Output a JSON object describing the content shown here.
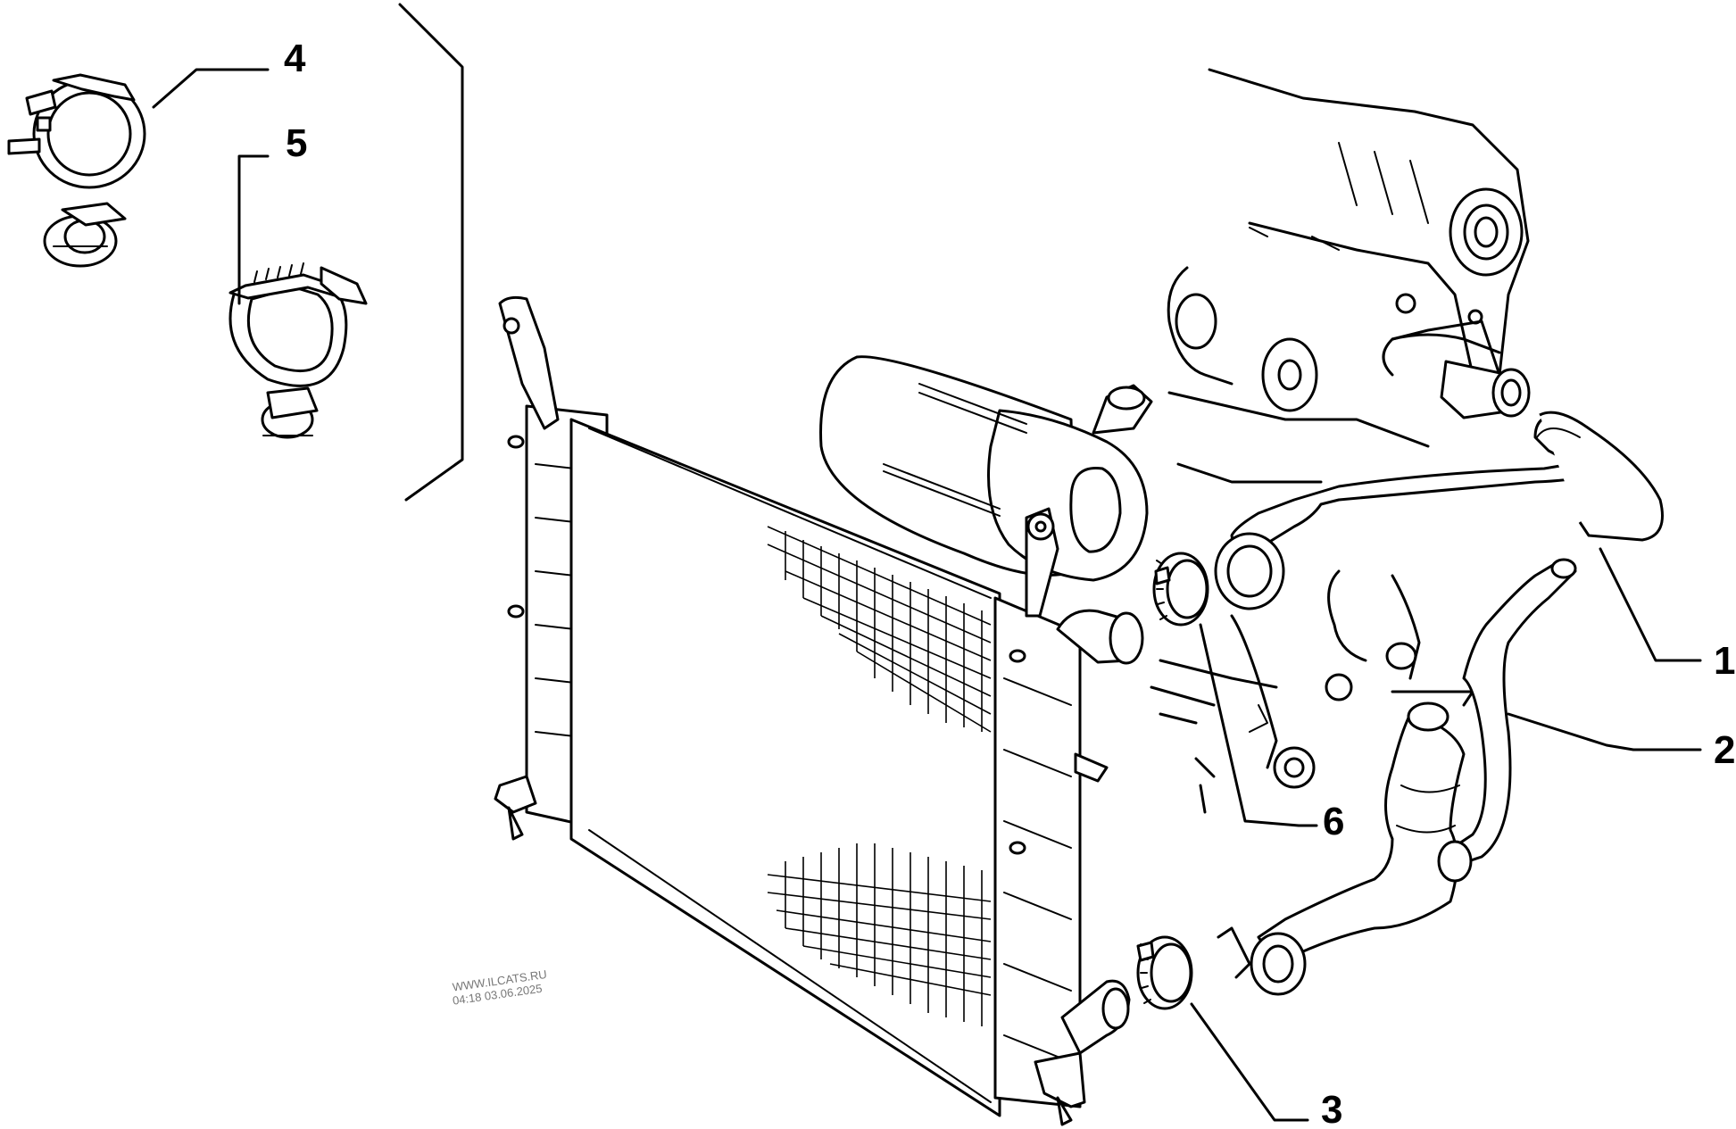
{
  "diagram": {
    "callouts": [
      {
        "id": "1",
        "text": "1"
      },
      {
        "id": "2",
        "text": "2"
      },
      {
        "id": "3",
        "text": "3"
      },
      {
        "id": "4",
        "text": "4"
      },
      {
        "id": "5",
        "text": "5"
      },
      {
        "id": "6",
        "text": "6"
      }
    ],
    "watermark": {
      "line1": "WWW.ILCATS.RU",
      "line2": "04:18 03.06.2025"
    }
  }
}
